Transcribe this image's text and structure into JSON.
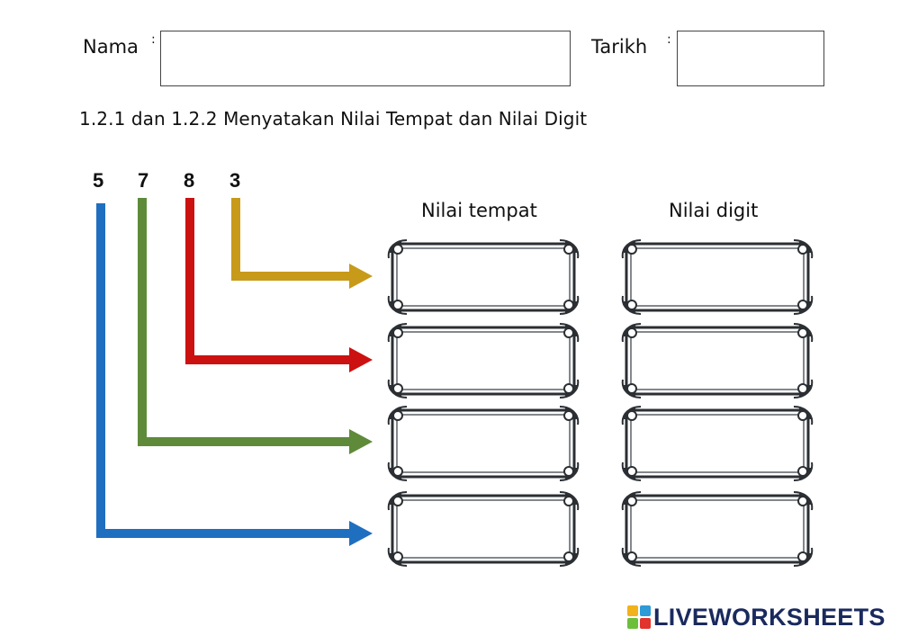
{
  "header": {
    "name_label": "Nama",
    "date_label": "Tarikh",
    "colon": ":",
    "name_value": "",
    "date_value": ""
  },
  "title": "1.2.1 dan 1.2.2 Menyatakan Nilai Tempat dan Nilai Digit",
  "number": {
    "digits": [
      "5",
      "7",
      "8",
      "3"
    ],
    "arrow_colors": [
      "#1f6fc0",
      "#5e8a3a",
      "#cc1111",
      "#c89a1a"
    ]
  },
  "columns": {
    "place_value": "Nilai tempat",
    "digit_value": "Nilai digit"
  },
  "brand": {
    "logo_text": "LIVEWORKSHEETS",
    "logo_colors": [
      "#f2b21b",
      "#2e9ad6",
      "#6bbf3a",
      "#e2332c"
    ]
  }
}
